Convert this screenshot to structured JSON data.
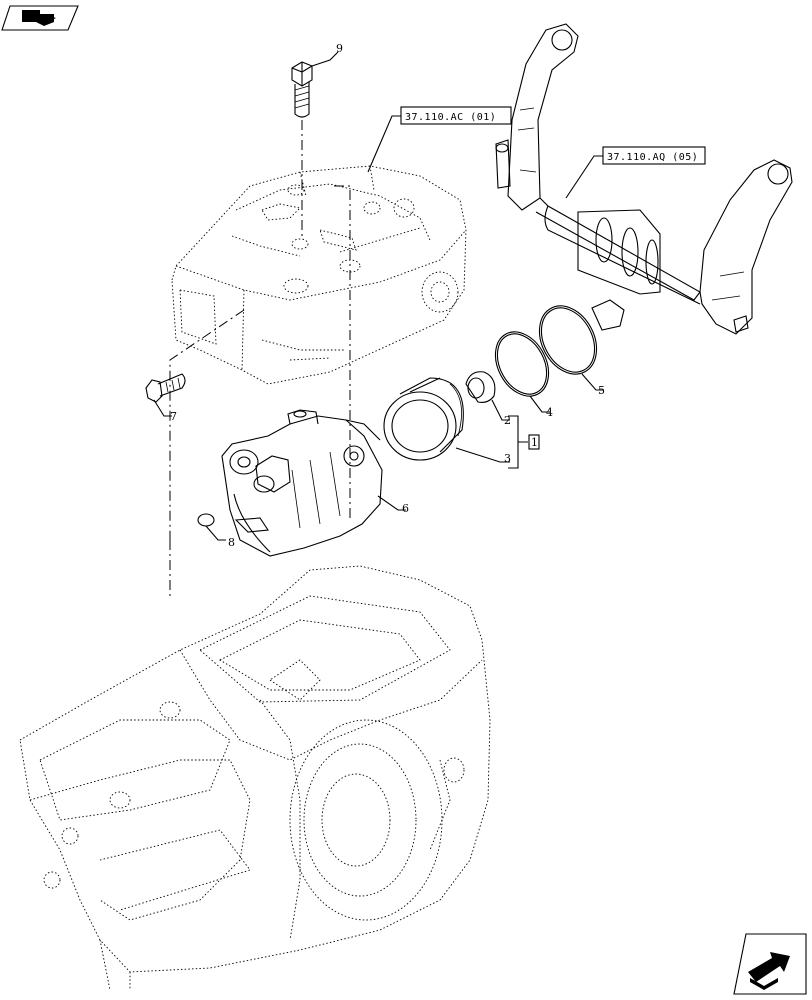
{
  "references": {
    "ref_top": "37.110.AC (01)",
    "ref_right": "37.110.AQ (05)"
  },
  "callouts": {
    "c1": "1",
    "c2": "2",
    "c3": "3",
    "c4": "4",
    "c5": "5",
    "c6": "6",
    "c7": "7",
    "c8": "8",
    "c9": "9"
  },
  "icons": {
    "top_left": "previous-page-icon",
    "bottom_right": "next-page-icon"
  }
}
